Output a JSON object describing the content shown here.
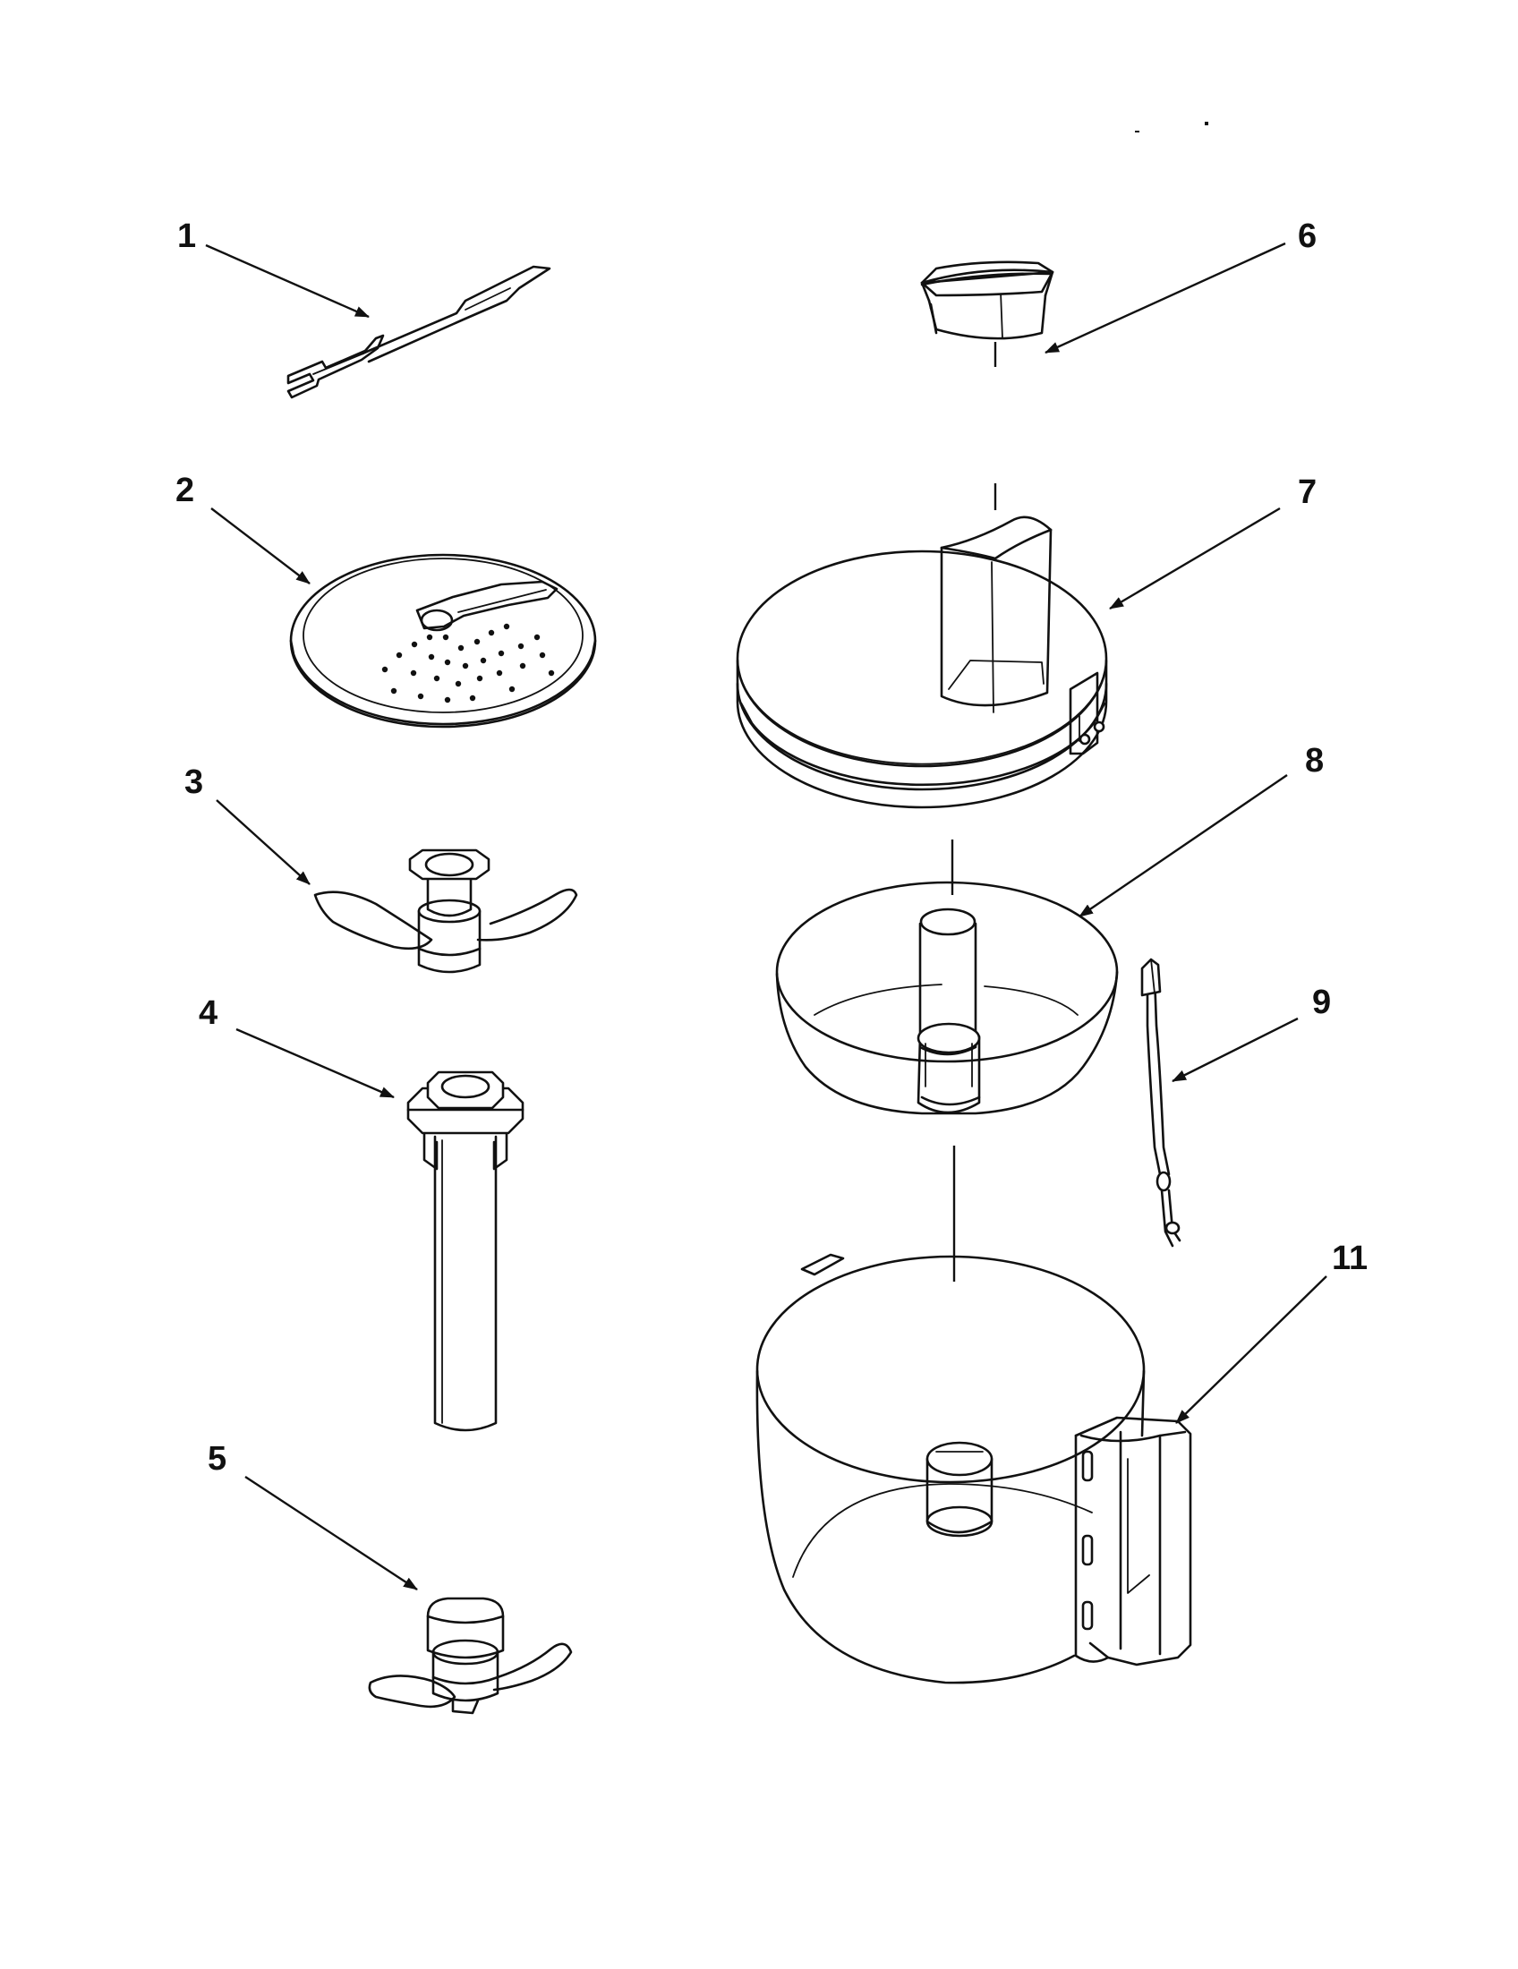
{
  "diagram": {
    "callouts": {
      "p1": "1",
      "p2": "2",
      "p3": "3",
      "p4": "4",
      "p5": "5",
      "p6": "6",
      "p7": "7",
      "p8": "8",
      "p9": "9",
      "p11": "11"
    },
    "line_color": "#111111",
    "background_color": "#ffffff"
  }
}
